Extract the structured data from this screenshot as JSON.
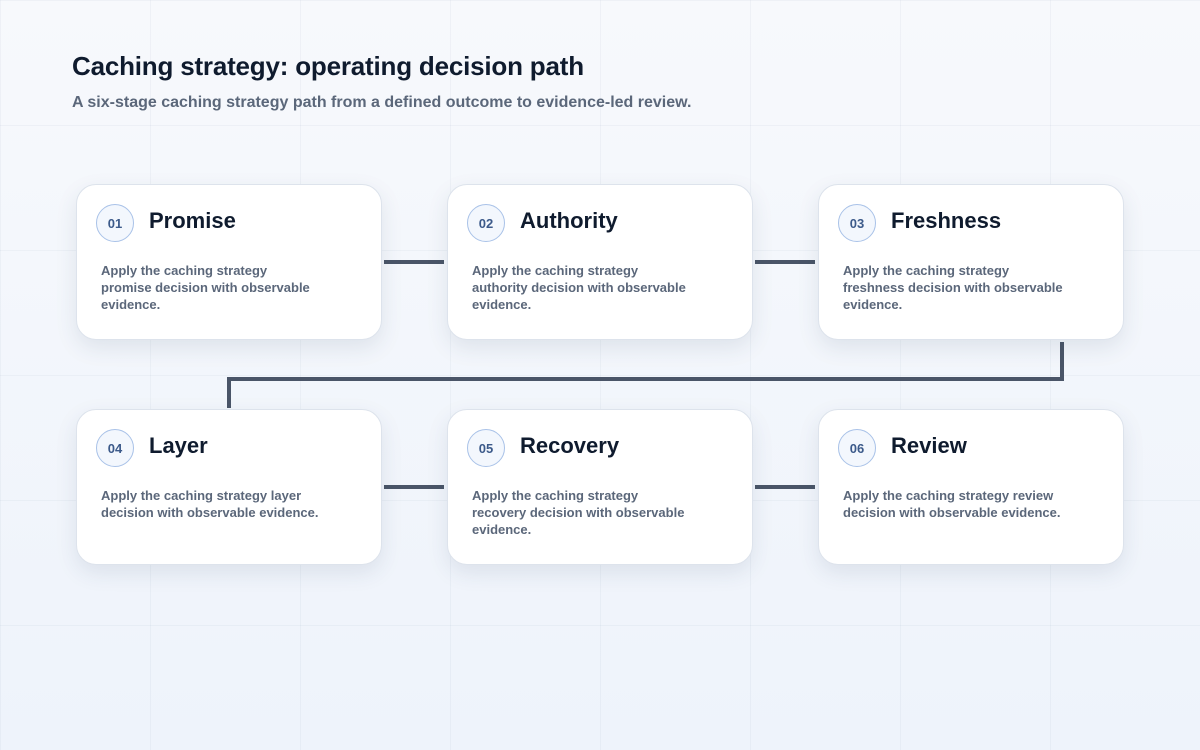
{
  "title": "Caching strategy: operating decision path",
  "subtitle": "A six-stage caching strategy path from a defined outcome to evidence-led review.",
  "colors": {
    "connector": "#4a5568",
    "badge_border": "#a9c2e8",
    "badge_text": "#3c5a8a",
    "card_border": "#dde3ec"
  },
  "stages": [
    {
      "number": "01",
      "title": "Promise",
      "description": "Apply the caching strategy promise decision with observable evidence."
    },
    {
      "number": "02",
      "title": "Authority",
      "description": "Apply the caching strategy authority decision with observable evidence."
    },
    {
      "number": "03",
      "title": "Freshness",
      "description": "Apply the caching strategy freshness decision with observable evidence."
    },
    {
      "number": "04",
      "title": "Layer",
      "description": "Apply the caching strategy layer decision with observable evidence."
    },
    {
      "number": "05",
      "title": "Recovery",
      "description": "Apply the caching strategy recovery decision with observable evidence."
    },
    {
      "number": "06",
      "title": "Review",
      "description": "Apply the caching strategy review decision with observable evidence."
    }
  ]
}
